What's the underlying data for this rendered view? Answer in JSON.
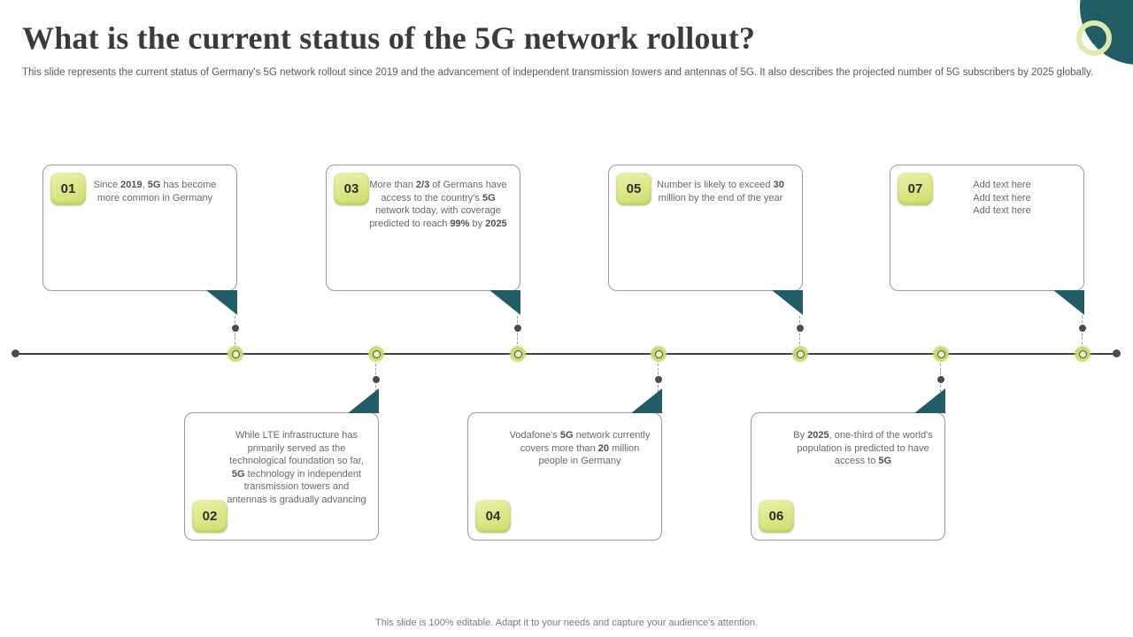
{
  "slide": {
    "title": "What is the current status of the 5G network rollout?",
    "subtitle": "This slide represents the current status of Germany's 5G network rollout since 2019 and the advancement of independent transmission towers and antennas of 5G. It also describes the projected number of 5G subscribers by 2025 globally.",
    "footer": "This slide is 100% editable. Adapt it to your needs and capture your audience's attention."
  },
  "colors": {
    "teal_accent": "#215d66",
    "badge_green": "#dbe683",
    "marker_green": "#c6da74",
    "ring_green": "#dfe9a8",
    "body_text": "#67686a"
  },
  "timeline": {
    "boxes": [
      {
        "num": "01",
        "position": "top",
        "segments": [
          {
            "t": "Since "
          },
          {
            "t": "2019",
            "b": true
          },
          {
            "t": ", "
          },
          {
            "t": "5G",
            "b": true
          },
          {
            "t": " has become more common in Germany"
          }
        ]
      },
      {
        "num": "02",
        "position": "bottom",
        "segments": [
          {
            "t": "While LTE infrastructure has primarily served as the technological foundation so far, "
          },
          {
            "t": "5G",
            "b": true
          },
          {
            "t": " technology in independent transmission towers and antennas is gradually advancing"
          }
        ]
      },
      {
        "num": "03",
        "position": "top",
        "segments": [
          {
            "t": "More than "
          },
          {
            "t": "2/3",
            "b": true
          },
          {
            "t": " of Germans have access to the country's "
          },
          {
            "t": "5G",
            "b": true
          },
          {
            "t": " network today, with coverage predicted to reach "
          },
          {
            "t": "99%",
            "b": true
          },
          {
            "t": " by "
          },
          {
            "t": "2025",
            "b": true
          }
        ]
      },
      {
        "num": "04",
        "position": "bottom",
        "segments": [
          {
            "t": "Vodafone's "
          },
          {
            "t": "5G",
            "b": true
          },
          {
            "t": " network currently covers more than "
          },
          {
            "t": "20",
            "b": true
          },
          {
            "t": " million people in Germany"
          }
        ]
      },
      {
        "num": "05",
        "position": "top",
        "segments": [
          {
            "t": "Number is likely to exceed "
          },
          {
            "t": "30",
            "b": true
          },
          {
            "t": " million by the end of the year"
          }
        ]
      },
      {
        "num": "06",
        "position": "bottom",
        "segments": [
          {
            "t": "By "
          },
          {
            "t": "2025",
            "b": true
          },
          {
            "t": ", one-third of the world's population is predicted to have access to "
          },
          {
            "t": "5G",
            "b": true
          }
        ]
      },
      {
        "num": "07",
        "position": "top",
        "segments": [
          {
            "t": "Add text here\nAdd text here\nAdd text here"
          }
        ]
      }
    ]
  }
}
